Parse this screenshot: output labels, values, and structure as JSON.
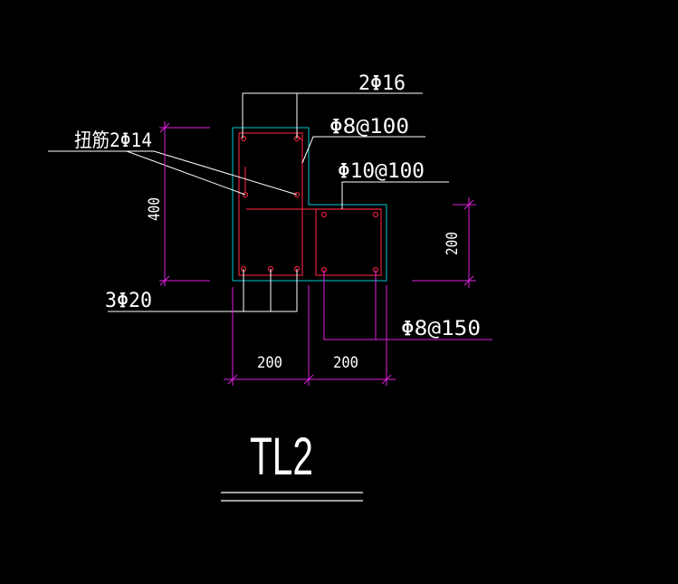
{
  "colors": {
    "background": "#000000",
    "outline": "#00c8d0",
    "rebar": "#e0203a",
    "leader": "#ffffff",
    "dimension": "#e020e0",
    "text": "#ffffff"
  },
  "labels": {
    "top_bars": "2Φ16",
    "torsion_bars": "扭筋2Φ14",
    "stirrup_main": "Φ8@100",
    "stirrup_ledge": "Φ10@100",
    "bottom_bars": "3Φ20",
    "stirrup_ledge_vertical": "Φ8@150"
  },
  "dimensions": {
    "height_main": "400",
    "height_ledge": "200",
    "width_main": "200",
    "width_ledge": "200"
  },
  "title": "TL2"
}
